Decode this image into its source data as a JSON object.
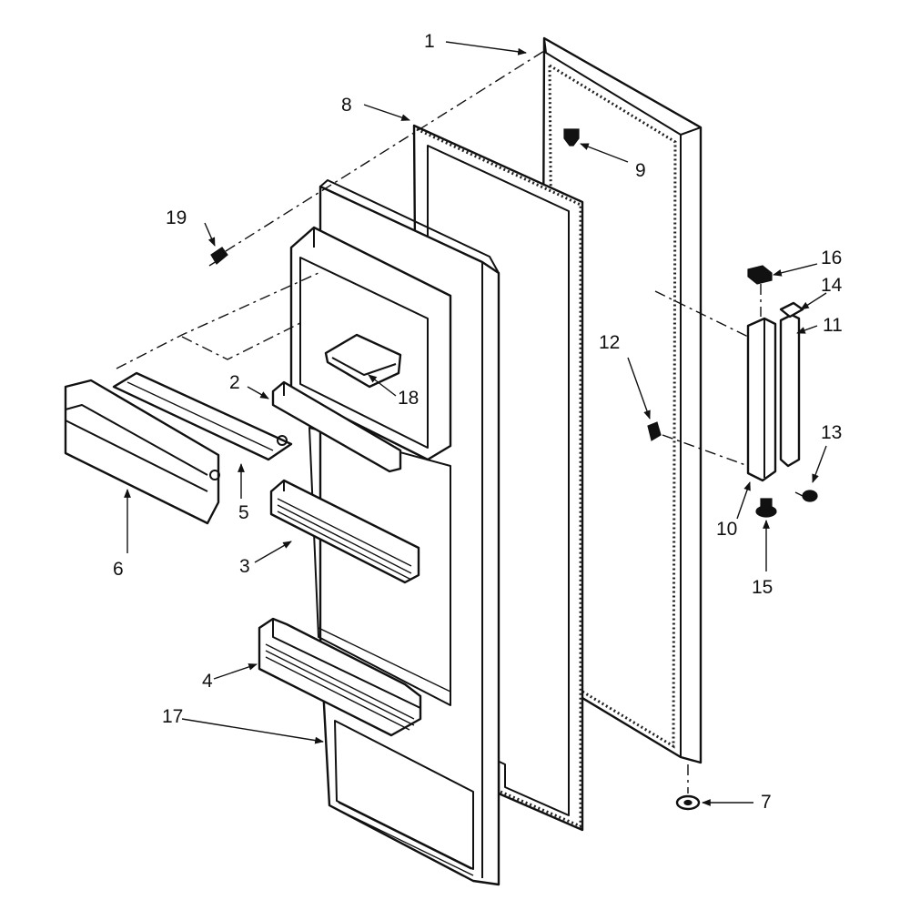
{
  "callouts": [
    {
      "id": "1",
      "text": "1"
    },
    {
      "id": "2",
      "text": "2"
    },
    {
      "id": "3",
      "text": "3"
    },
    {
      "id": "4",
      "text": "4"
    },
    {
      "id": "5",
      "text": "5"
    },
    {
      "id": "6",
      "text": "6"
    },
    {
      "id": "7",
      "text": "7"
    },
    {
      "id": "8",
      "text": "8"
    },
    {
      "id": "9",
      "text": "9"
    },
    {
      "id": "10",
      "text": "10"
    },
    {
      "id": "11",
      "text": "11"
    },
    {
      "id": "12",
      "text": "12"
    },
    {
      "id": "13",
      "text": "13"
    },
    {
      "id": "14",
      "text": "14"
    },
    {
      "id": "15",
      "text": "15"
    },
    {
      "id": "16",
      "text": "16"
    },
    {
      "id": "17",
      "text": "17"
    },
    {
      "id": "18",
      "text": "18"
    },
    {
      "id": "19",
      "text": "19"
    }
  ],
  "colors": {
    "ink": "#111111",
    "paper": "#ffffff"
  }
}
